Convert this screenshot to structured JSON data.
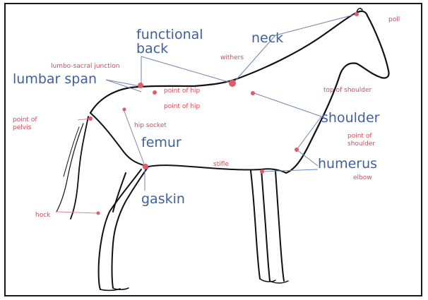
{
  "labels": {
    "functional_back_1": "functional",
    "functional_back_2": "back",
    "neck": "neck",
    "poll": "poll",
    "withers": "withers",
    "lumbo_sacral_junction": "lumbo-sacral junction",
    "lumbar_span": "lumbar span",
    "point_of_hip_small": "point of hip",
    "point_of_hip": "point of  hip",
    "top_of_shoulder": "top of shoulder",
    "point_of_pelvis_1": "point of",
    "point_of_pelvis_2": "pelvis",
    "hip_socket": "hip socket",
    "shoulder": "shoulder",
    "femur": "femur",
    "point_of_shoulder_1": "point of",
    "point_of_shoulder_2": "shoulder",
    "stifle": "stifle",
    "humerus": "humerus",
    "elbow": "elbow",
    "gaskin": "gaskin",
    "hock": "hock"
  },
  "colors": {
    "major_label": "#3f5f9e",
    "minor_label": "#cc4f5c",
    "marker": "#e05a68",
    "outline": "#111111"
  }
}
